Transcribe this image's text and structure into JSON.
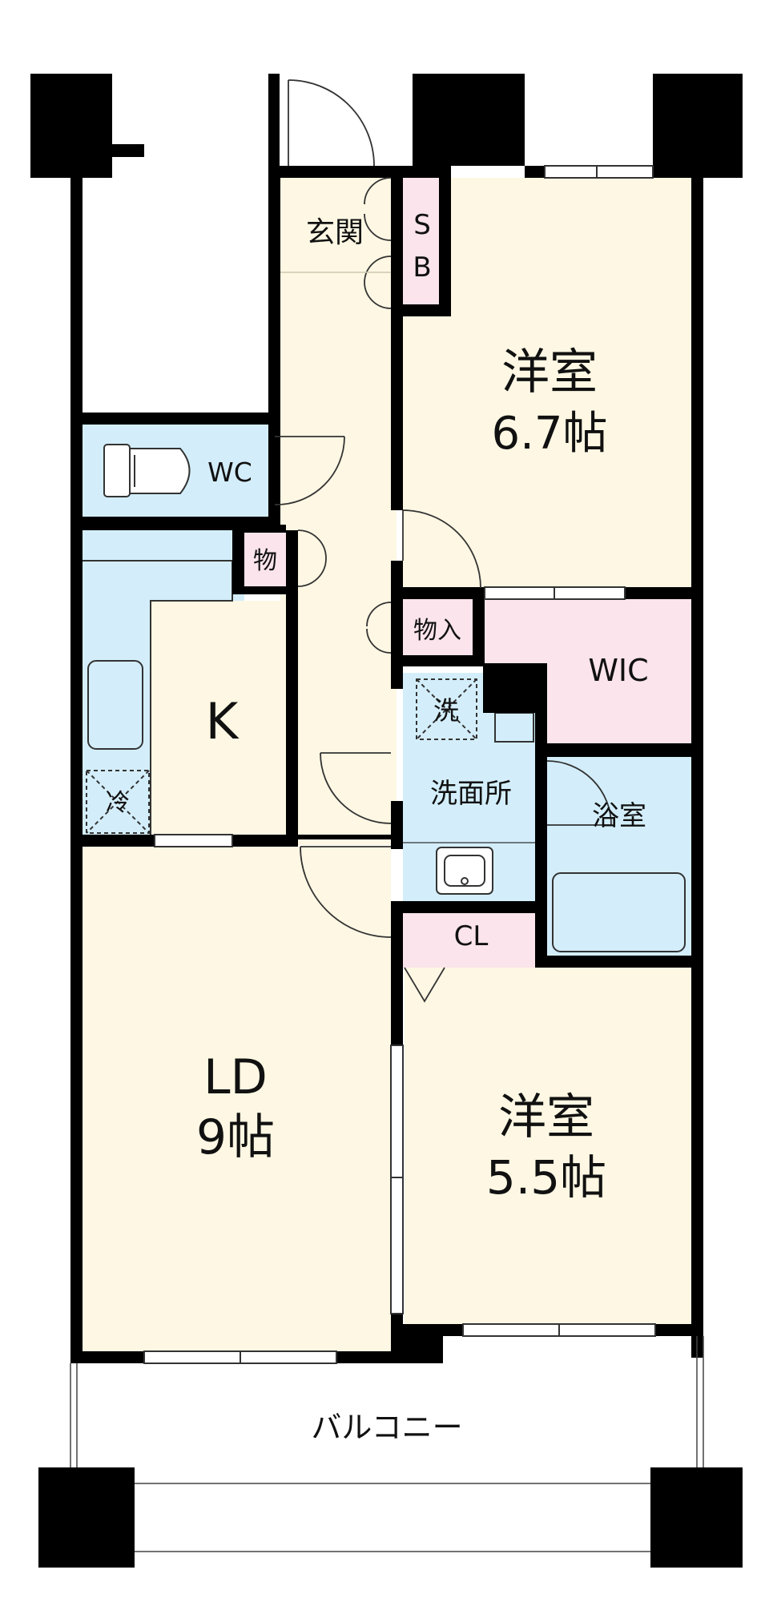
{
  "colors": {
    "wall": "#000000",
    "cream": "#fdf7e3",
    "blue": "#d3eefa",
    "pink": "#fbe4ec",
    "line": "#333333",
    "text": "#111111"
  },
  "rooms": {
    "entrance": "玄関",
    "shoe_box_s": "S",
    "shoe_box_b": "B",
    "western_room_1_name": "洋室",
    "western_room_1_size": "6.7帖",
    "wc": "WC",
    "storage_small": "物",
    "storage_in": "物入",
    "wic": "WIC",
    "kitchen": "K",
    "fridge": "冷",
    "washer": "洗",
    "washroom": "洗面所",
    "bathroom": "浴室",
    "closet": "CL",
    "living_dining_name": "LD",
    "living_dining_size": "9帖",
    "western_room_2_name": "洋室",
    "western_room_2_size": "5.5帖",
    "balcony": "バルコニー"
  }
}
